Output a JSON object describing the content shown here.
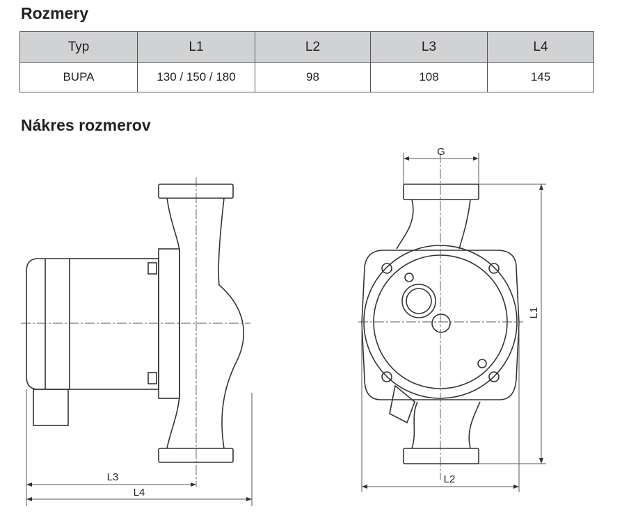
{
  "headings": {
    "dimensions": "Rozmery",
    "drawing": "Nákres rozmerov"
  },
  "table": {
    "headers": [
      "Typ",
      "L1",
      "L2",
      "L3",
      "L4"
    ],
    "rows": [
      [
        "BUPA",
        "130 / 150  / 180",
        "98",
        "108",
        "145"
      ]
    ]
  },
  "drawing_labels": {
    "L1": "L1",
    "L2": "L2",
    "L3": "L3",
    "L4": "L4",
    "G": "G"
  }
}
